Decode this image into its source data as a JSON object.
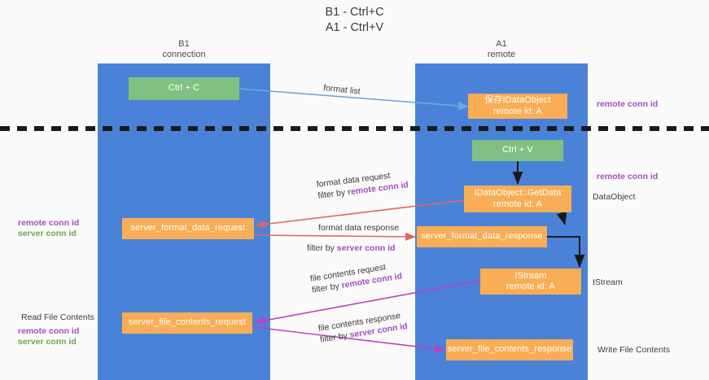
{
  "title": {
    "line1": "B1 - Ctrl+C",
    "line2": "A1 - Ctrl+V"
  },
  "lanes": [
    {
      "id": "b1",
      "name": "B1",
      "role": "connection",
      "color": "#4a82d8"
    },
    {
      "id": "a1",
      "name": "A1",
      "role": "remote",
      "color": "#4a82d8"
    }
  ],
  "colors": {
    "lane": "#4a82d8",
    "green_box": "#7fc183",
    "orange_box": "#f9ad54",
    "remote_conn_id": "#a64ac9",
    "server_conn_id": "#6aa84f",
    "arrow_blue": "#6fa8dc",
    "arrow_red": "#e06666",
    "arrow_magenta": "#c040c0",
    "arrow_black": "#1a1a1a",
    "background": "#fafafa"
  },
  "boxes": {
    "ctrl_c": {
      "label": "Ctrl + C",
      "type": "green"
    },
    "save_idataobject": {
      "label1": "保存IDataObject",
      "label2": "remote id: A",
      "type": "orange"
    },
    "ctrl_v": {
      "label": "Ctrl + V",
      "type": "green"
    },
    "getdata": {
      "label1": "IDataObject::GetData",
      "label2": "remote id: A",
      "type": "orange"
    },
    "server_format_data_request": {
      "label": "server_format_data_request",
      "type": "orange"
    },
    "server_format_data_response": {
      "label": "server_format_data_response",
      "type": "orange"
    },
    "istream": {
      "label1": "IStream",
      "label2": "remote id: A",
      "type": "orange"
    },
    "server_file_contents_request": {
      "label": "server_file_contents_request",
      "type": "orange"
    },
    "server_file_contents_response": {
      "label": "server_file_contents_response",
      "type": "orange"
    }
  },
  "arrow_labels": {
    "format_list": "format list",
    "format_data_request": "format data request",
    "format_data_request_filter_prefix": "filter by ",
    "format_data_request_filter_key": "remote conn id",
    "format_data_response": "format data response",
    "format_data_response_filter_prefix": "filter by ",
    "format_data_response_filter_key": "server conn id",
    "file_contents_request": "file contents request",
    "file_contents_request_filter_prefix": "filter by ",
    "file_contents_request_filter_key": "remote conn id",
    "file_contents_response": "file contents response",
    "file_contents_response_filter_prefix": "filter by ",
    "file_contents_response_filter_key": "server conn id"
  },
  "side_notes": {
    "remote_conn_id_top": "remote conn id",
    "remote_conn_id_mid": "remote conn id",
    "dataobject": "DataObject",
    "istream": "IStream",
    "write_file_contents": "Write File Contents",
    "read_file_contents": "Read File Contents",
    "left_remote_conn_id_1": "remote conn id",
    "left_server_conn_id_1": "server conn id",
    "left_remote_conn_id_2": "remote conn id",
    "left_server_conn_id_2": "server conn id"
  }
}
